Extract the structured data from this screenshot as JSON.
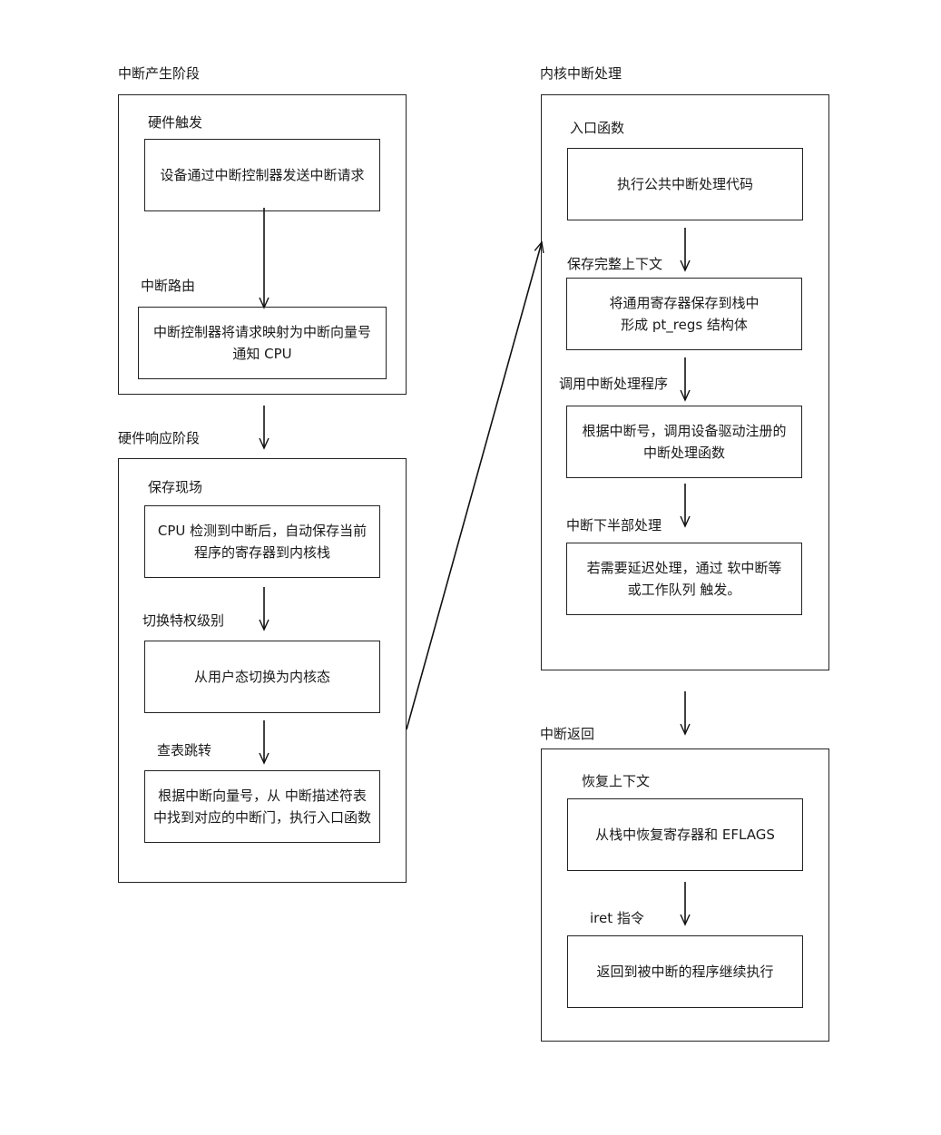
{
  "stages": {
    "generate": {
      "title": "中断产生阶段",
      "hw_trigger": {
        "label": "硬件触发",
        "text": "设备通过中断控制器发送中断请求"
      },
      "routing": {
        "label": "中断路由",
        "line1": "中断控制器将请求映射为中断向量号",
        "line2": "通知 CPU"
      }
    },
    "hw_response": {
      "title": "硬件响应阶段",
      "save_context": {
        "label": "保存现场",
        "line1": "CPU 检测到中断后，自动保存当前",
        "line2": "程序的寄存器到内核栈"
      },
      "switch_priv": {
        "label": "切换特权级别",
        "text": "从用户态切换为内核态"
      },
      "lookup": {
        "label": "查表跳转",
        "line1": "根据中断向量号，从 中断描述符表",
        "line2": "中找到对应的中断门，执行入口函数"
      }
    },
    "kernel": {
      "title": "内核中断处理",
      "entry": {
        "label": "入口函数",
        "text": "执行公共中断处理代码"
      },
      "save_full": {
        "label": "保存完整上下文",
        "line1": "将通用寄存器保存到栈中",
        "line2": "形成 pt_regs 结构体"
      },
      "call_handler": {
        "label": "调用中断处理程序",
        "line1": "根据中断号，调用设备驱动注册的",
        "line2": "中断处理函数"
      },
      "bottom_half": {
        "label": "中断下半部处理",
        "line1": "若需要延迟处理，通过 软中断等",
        "line2": "或工作队列 触发。"
      }
    },
    "return": {
      "title": "中断返回",
      "restore": {
        "label": "恢复上下文",
        "text": "从栈中恢复寄存器和 EFLAGS"
      },
      "iret": {
        "label": "iret 指令",
        "text": "返回到被中断的程序继续执行"
      }
    }
  }
}
